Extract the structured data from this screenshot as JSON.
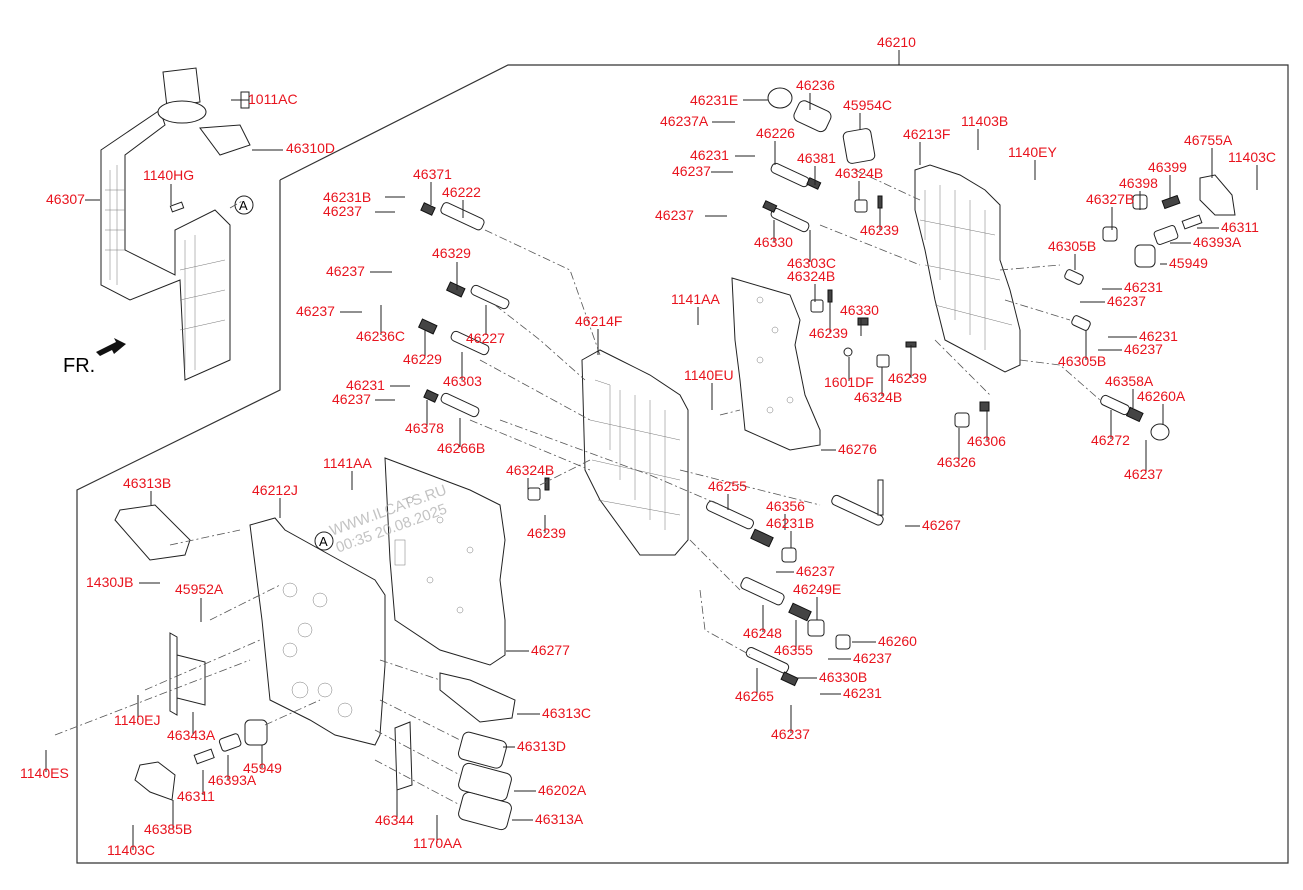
{
  "diagram": {
    "assembly_label": "46210",
    "front_marker": "FR.",
    "ref_marker": "A",
    "watermark": [
      "WWW.ILCATS.RU",
      "00:35 20.08.2025"
    ],
    "line_color": "#222222",
    "label_color": "#e8141e",
    "parts": [
      {
        "id": "p1",
        "label": "1011AC"
      },
      {
        "id": "p2",
        "label": "46310D"
      },
      {
        "id": "p3",
        "label": "1140HG"
      },
      {
        "id": "p4",
        "label": "46307"
      },
      {
        "id": "p5",
        "label": "46371"
      },
      {
        "id": "p6",
        "label": "46231B"
      },
      {
        "id": "p7",
        "label": "46222"
      },
      {
        "id": "p8",
        "label": "46237"
      },
      {
        "id": "p9",
        "label": "46329"
      },
      {
        "id": "p10",
        "label": "46237"
      },
      {
        "id": "p11",
        "label": "46237"
      },
      {
        "id": "p12",
        "label": "46236C"
      },
      {
        "id": "p13",
        "label": "46227"
      },
      {
        "id": "p14",
        "label": "46229"
      },
      {
        "id": "p15",
        "label": "46303"
      },
      {
        "id": "p16",
        "label": "46231"
      },
      {
        "id": "p17",
        "label": "46237"
      },
      {
        "id": "p18",
        "label": "46378"
      },
      {
        "id": "p19",
        "label": "46266B"
      },
      {
        "id": "p20",
        "label": "46231E"
      },
      {
        "id": "p21",
        "label": "46236"
      },
      {
        "id": "p22",
        "label": "46237A"
      },
      {
        "id": "p23",
        "label": "45954C"
      },
      {
        "id": "p24",
        "label": "46226"
      },
      {
        "id": "p25",
        "label": "46213F"
      },
      {
        "id": "p26",
        "label": "11403B"
      },
      {
        "id": "p27",
        "label": "46231"
      },
      {
        "id": "p28",
        "label": "46381"
      },
      {
        "id": "p29",
        "label": "1140EY"
      },
      {
        "id": "p30",
        "label": "46237"
      },
      {
        "id": "p31",
        "label": "46324B"
      },
      {
        "id": "p32",
        "label": "46237"
      },
      {
        "id": "p33",
        "label": "46239"
      },
      {
        "id": "p34",
        "label": "46330"
      },
      {
        "id": "p35",
        "label": "46303C"
      },
      {
        "id": "p36",
        "label": "46324B"
      },
      {
        "id": "p37",
        "label": "1141AA"
      },
      {
        "id": "p38",
        "label": "46239"
      },
      {
        "id": "p39",
        "label": "46330"
      },
      {
        "id": "p40",
        "label": "46214F"
      },
      {
        "id": "p41",
        "label": "1601DF"
      },
      {
        "id": "p42",
        "label": "46239"
      },
      {
        "id": "p43",
        "label": "1140EU"
      },
      {
        "id": "p44",
        "label": "46324B"
      },
      {
        "id": "p45",
        "label": "46276"
      },
      {
        "id": "p46",
        "label": "46755A"
      },
      {
        "id": "p47",
        "label": "11403C"
      },
      {
        "id": "p48",
        "label": "46399"
      },
      {
        "id": "p49",
        "label": "46398"
      },
      {
        "id": "p50",
        "label": "46327B"
      },
      {
        "id": "p51",
        "label": "46311"
      },
      {
        "id": "p52",
        "label": "46393A"
      },
      {
        "id": "p53",
        "label": "46305B"
      },
      {
        "id": "p54",
        "label": "45949"
      },
      {
        "id": "p55",
        "label": "46231"
      },
      {
        "id": "p56",
        "label": "46237"
      },
      {
        "id": "p57",
        "label": "46231"
      },
      {
        "id": "p58",
        "label": "46237"
      },
      {
        "id": "p59",
        "label": "46305B"
      },
      {
        "id": "p60",
        "label": "46358A"
      },
      {
        "id": "p61",
        "label": "46260A"
      },
      {
        "id": "p62",
        "label": "46306"
      },
      {
        "id": "p63",
        "label": "46272"
      },
      {
        "id": "p64",
        "label": "46326"
      },
      {
        "id": "p65",
        "label": "46237"
      },
      {
        "id": "p66",
        "label": "46313B"
      },
      {
        "id": "p67",
        "label": "1141AA"
      },
      {
        "id": "p68",
        "label": "46212J"
      },
      {
        "id": "p69",
        "label": "46324B"
      },
      {
        "id": "p70",
        "label": "46255"
      },
      {
        "id": "p71",
        "label": "46356"
      },
      {
        "id": "p72",
        "label": "46231B"
      },
      {
        "id": "p73",
        "label": "46267"
      },
      {
        "id": "p74",
        "label": "46239"
      },
      {
        "id": "p75",
        "label": "46237"
      },
      {
        "id": "p76",
        "label": "1430JB"
      },
      {
        "id": "p77",
        "label": "45952A"
      },
      {
        "id": "p78",
        "label": "46249E"
      },
      {
        "id": "p79",
        "label": "46248"
      },
      {
        "id": "p80",
        "label": "46260"
      },
      {
        "id": "p81",
        "label": "46277"
      },
      {
        "id": "p82",
        "label": "46355"
      },
      {
        "id": "p83",
        "label": "46237"
      },
      {
        "id": "p84",
        "label": "46330B"
      },
      {
        "id": "p85",
        "label": "46265"
      },
      {
        "id": "p86",
        "label": "46231"
      },
      {
        "id": "p87",
        "label": "1140EJ"
      },
      {
        "id": "p88",
        "label": "46313C"
      },
      {
        "id": "p89",
        "label": "46343A"
      },
      {
        "id": "p90",
        "label": "46237"
      },
      {
        "id": "p91",
        "label": "46313D"
      },
      {
        "id": "p92",
        "label": "45949"
      },
      {
        "id": "p93",
        "label": "46393A"
      },
      {
        "id": "p94",
        "label": "1140ES"
      },
      {
        "id": "p95",
        "label": "46311"
      },
      {
        "id": "p96",
        "label": "46202A"
      },
      {
        "id": "p97",
        "label": "46385B"
      },
      {
        "id": "p98",
        "label": "46344"
      },
      {
        "id": "p99",
        "label": "46313A"
      },
      {
        "id": "p100",
        "label": "11403C"
      },
      {
        "id": "p101",
        "label": "1170AA"
      }
    ]
  }
}
